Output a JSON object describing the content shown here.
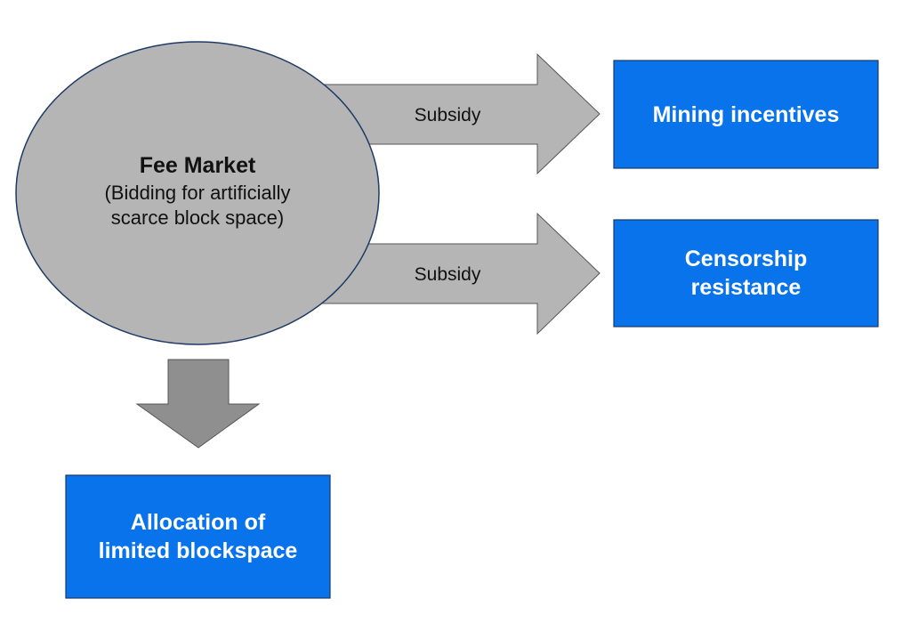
{
  "colors": {
    "background": "#ffffff",
    "box_fill": "#0873eb",
    "box_stroke": "#1a3a66",
    "shape_fill": "#b5b5b5",
    "shape_stroke": "#555555",
    "ellipse_stroke": "#1e3a66",
    "text_dark": "#111111",
    "text_light": "#ffffff"
  },
  "center": {
    "title": "Fee Market",
    "subtitle_line1": "(Bidding for artificially",
    "subtitle_line2": "scarce block space)"
  },
  "arrows": [
    {
      "label": "Subsidy",
      "target": "mining"
    },
    {
      "label": "Subsidy",
      "target": "censorship"
    }
  ],
  "boxes": {
    "mining": {
      "line1": "Mining incentives"
    },
    "censorship": {
      "line1": "Censorship",
      "line2": "resistance"
    },
    "allocation": {
      "line1": "Allocation of",
      "line2": "limited blockspace"
    }
  }
}
